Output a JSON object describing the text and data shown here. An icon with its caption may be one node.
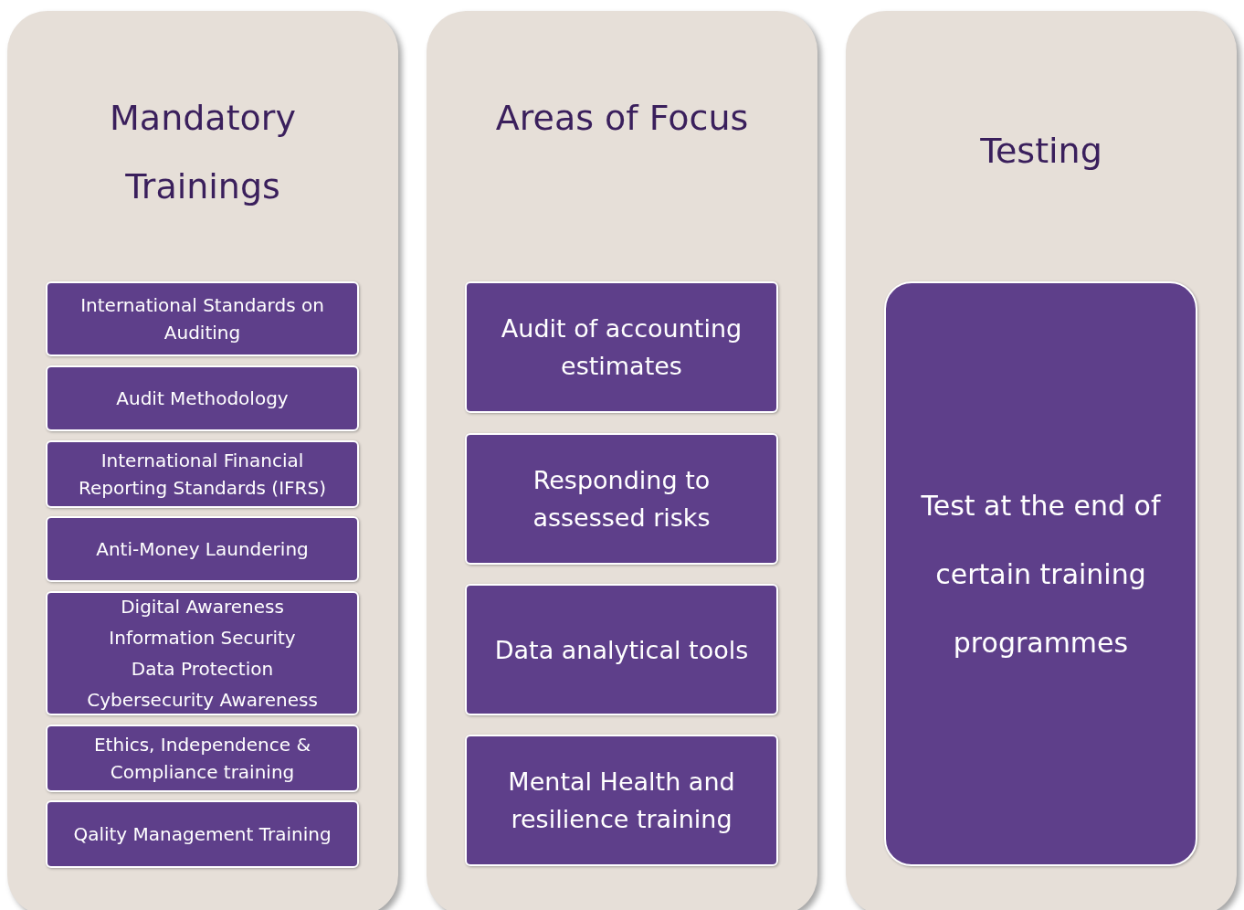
{
  "diagram": {
    "nodes": [
      {
        "text": [
          "Mandatory Trainings"
        ]
      },
      {
        "text": [
          "International Standards on Auditing"
        ],
        "in": 0
      },
      {
        "text": [
          "Audit Methodology"
        ],
        "in": 0
      },
      {
        "text": [
          "International Financial Reporting Standards (IFRS)"
        ],
        "in": 0
      },
      {
        "text": [
          "Anti-Money Laundering"
        ],
        "in": 0
      },
      {
        "text": [
          "Digital Awareness",
          "Information Security",
          "Data Protection",
          "Cybersecurity Awareness"
        ],
        "in": 0
      },
      {
        "text": [
          "Ethics, Independence & Compliance training"
        ],
        "in": 0
      },
      {
        "text": [
          "Qality Management Training"
        ],
        "in": 0
      },
      {
        "text": [
          "Areas of Focus"
        ]
      },
      {
        "text": [
          "Audit of accounting estimates"
        ],
        "in": 8
      },
      {
        "text": [
          "Responding to assessed risks"
        ],
        "in": 8
      },
      {
        "text": [
          "Data analytical tools"
        ],
        "in": 8
      },
      {
        "text": [
          "Mental Health and resilience training"
        ],
        "in": 8
      },
      {
        "text": [
          "Testing"
        ]
      },
      {
        "text": [
          "Test at the end of certain training programmes"
        ],
        "in": 13
      }
    ],
    "edges": []
  }
}
